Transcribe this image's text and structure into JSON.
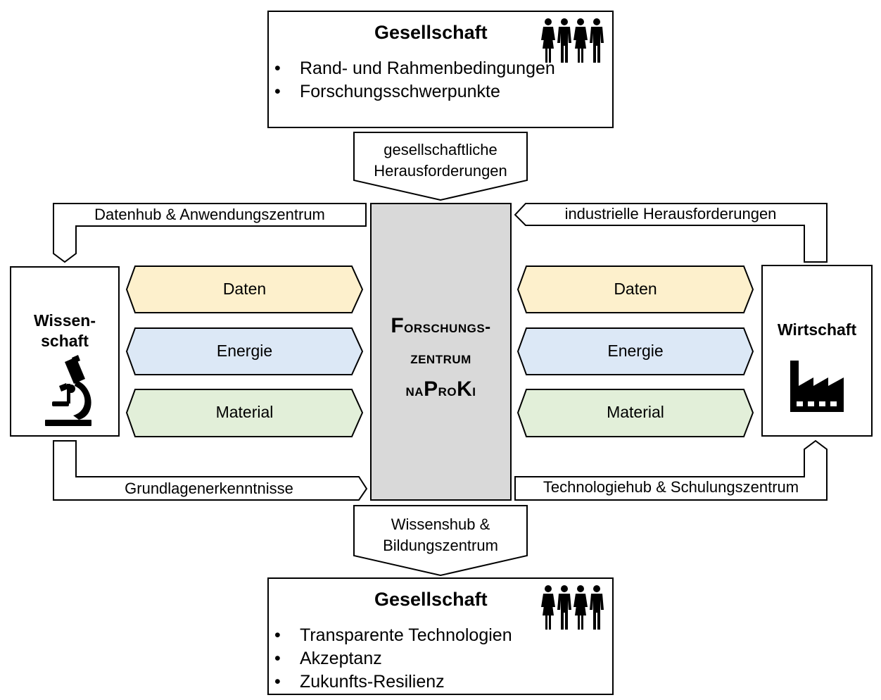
{
  "top_society": {
    "title": "Gesellschaft",
    "items": [
      "Rand- und Rahmenbedingungen",
      "Forschungsschwerpunkte"
    ],
    "icon": "people-icon"
  },
  "bottom_society": {
    "title": "Gesellschaft",
    "items": [
      "Transparente Technologien",
      "Akzeptanz",
      "Zukunfts-Resilienz"
    ],
    "icon": "people-icon"
  },
  "science": {
    "title_line1": "Wissen-",
    "title_line2": "schaft",
    "icon": "microscope-icon"
  },
  "economy": {
    "title": "Wirtschaft",
    "icon": "factory-icon"
  },
  "center": {
    "line1_first": "F",
    "line1_rest": "orschungs-",
    "line2": "zentrum",
    "line3_a": "na",
    "line3_b": "P",
    "line3_c": "ro",
    "line3_d": "K",
    "line3_e": "i"
  },
  "flows": {
    "top_down_line1": "gesellschaftliche",
    "top_down_line2": "Herausforderungen",
    "bottom_down_line1": "Wissenshub &",
    "bottom_down_line2": "Bildungszentrum",
    "left_top": "Datenhub & Anwendungszentrum",
    "right_top": "industrielle Herausforderungen",
    "left_bottom": "Grundlagenerkenntnisse",
    "right_bottom": "Technologiehub & Schulungszentrum"
  },
  "resources_left": [
    "Daten",
    "Energie",
    "Material"
  ],
  "resources_right": [
    "Daten",
    "Energie",
    "Material"
  ],
  "colors": {
    "daten": "#fdf0cc",
    "energie": "#dce8f6",
    "material": "#e2efd9",
    "center": "#d9d9d9"
  }
}
